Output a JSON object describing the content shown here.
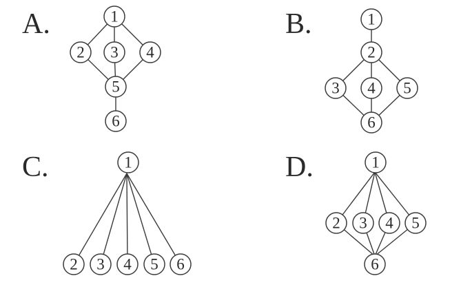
{
  "options": [
    {
      "letter": "A.",
      "nodes": [
        "1",
        "2",
        "3",
        "4",
        "5",
        "6"
      ],
      "edges": [
        [
          "1",
          "2"
        ],
        [
          "1",
          "3"
        ],
        [
          "1",
          "4"
        ],
        [
          "2",
          "5"
        ],
        [
          "3",
          "5"
        ],
        [
          "4",
          "5"
        ],
        [
          "5",
          "6"
        ]
      ]
    },
    {
      "letter": "B.",
      "nodes": [
        "1",
        "2",
        "3",
        "4",
        "5",
        "6"
      ],
      "edges": [
        [
          "1",
          "2"
        ],
        [
          "2",
          "3"
        ],
        [
          "2",
          "4"
        ],
        [
          "2",
          "5"
        ],
        [
          "3",
          "6"
        ],
        [
          "4",
          "6"
        ],
        [
          "5",
          "6"
        ]
      ]
    },
    {
      "letter": "C.",
      "nodes": [
        "1",
        "2",
        "3",
        "4",
        "5",
        "6"
      ],
      "edges": [
        [
          "1",
          "2"
        ],
        [
          "1",
          "3"
        ],
        [
          "1",
          "4"
        ],
        [
          "1",
          "5"
        ],
        [
          "1",
          "6"
        ]
      ]
    },
    {
      "letter": "D.",
      "nodes": [
        "1",
        "2",
        "3",
        "4",
        "5",
        "6"
      ],
      "edges": [
        [
          "1",
          "2"
        ],
        [
          "1",
          "3"
        ],
        [
          "1",
          "4"
        ],
        [
          "1",
          "5"
        ],
        [
          "2",
          "6"
        ],
        [
          "3",
          "6"
        ],
        [
          "4",
          "6"
        ],
        [
          "5",
          "6"
        ]
      ]
    }
  ]
}
